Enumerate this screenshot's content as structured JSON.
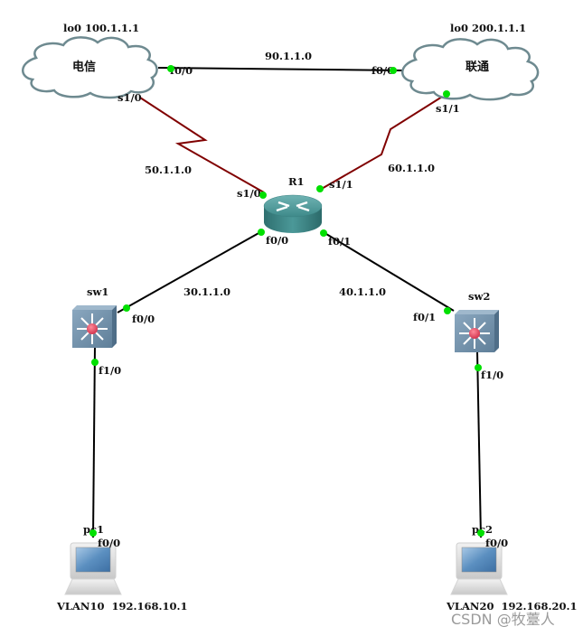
{
  "nodes": {
    "cloud_telecom": {
      "name": "电信",
      "loopback": "lo0 100.1.1.1"
    },
    "cloud_unicom": {
      "name": "联通",
      "loopback": "lo0 200.1.1.1"
    },
    "router": {
      "name": "R1"
    },
    "switch1": {
      "name": "sw1"
    },
    "switch2": {
      "name": "sw2"
    },
    "pc1": {
      "name": "pc1",
      "address": "VLAN10  192.168.10.1"
    },
    "pc2": {
      "name": "pc2",
      "address": "VLAN20  192.168.20.1"
    }
  },
  "links": [
    {
      "id": "telecom-unicom",
      "network": "90.1.1.0",
      "type": "ethernet",
      "a_port": "f0/0",
      "b_port": "f0/0"
    },
    {
      "id": "telecom-r1",
      "network": "50.1.1.0",
      "type": "serial",
      "a_port": "s1/0",
      "b_port": "s1/0"
    },
    {
      "id": "unicom-r1",
      "network": "60.1.1.0",
      "type": "serial",
      "a_port": "s1/1",
      "b_port": "s1/1"
    },
    {
      "id": "r1-sw1",
      "network": "30.1.1.0",
      "type": "ethernet",
      "a_port": "f0/0",
      "b_port": "f0/0"
    },
    {
      "id": "r1-sw2",
      "network": "40.1.1.0",
      "type": "ethernet",
      "a_port": "f0/1",
      "b_port": "f0/1"
    },
    {
      "id": "sw1-pc1",
      "network": "",
      "type": "ethernet",
      "a_port": "f1/0",
      "b_port": "f0/0"
    },
    {
      "id": "sw2-pc2",
      "network": "",
      "type": "ethernet",
      "a_port": "f1/0",
      "b_port": "f0/0"
    }
  ],
  "colors": {
    "ethernet_link": "#000000",
    "serial_link": "#800000",
    "port_up": "#00e000",
    "cloud_stroke": "#6e8a90",
    "router_body": "#3e8a8a",
    "switch_body": "#6f8fa8"
  },
  "watermark": "CSDN @牧薹人"
}
